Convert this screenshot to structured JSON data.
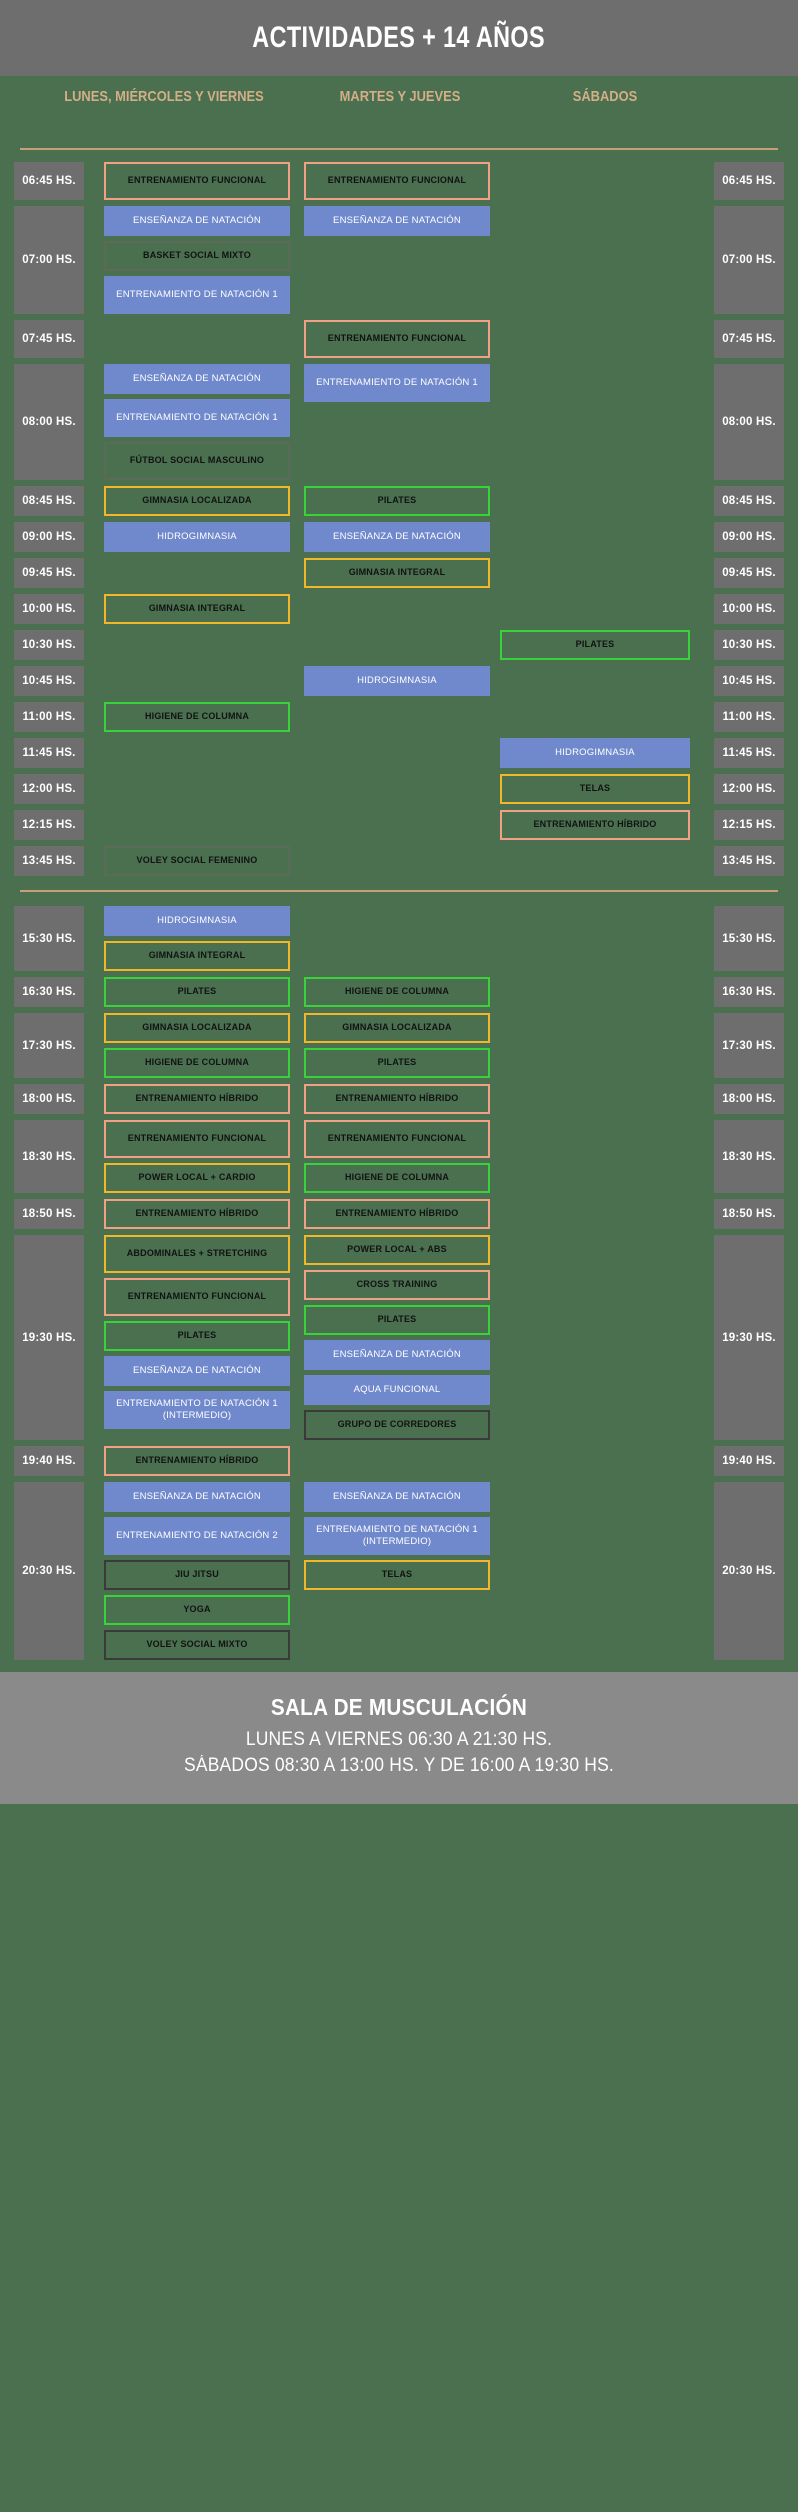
{
  "header": {
    "title": "ACTIVIDADES + 14 AÑOS"
  },
  "columns": [
    {
      "label": "LUNES, MIÉRCOLES Y VIERNES"
    },
    {
      "label": "MARTES Y JUEVES"
    },
    {
      "label": "SÁBADOS"
    }
  ],
  "morning_rows": [
    {
      "time": "06:45 HS.",
      "c1": [
        {
          "t": "ENTRENAMIENTO FUNCIONAL",
          "s": "salmon"
        }
      ],
      "c2": [
        {
          "t": "ENTRENAMIENTO FUNCIONAL",
          "s": "salmon"
        }
      ],
      "c3": []
    },
    {
      "time": "07:00 HS.",
      "c1": [
        {
          "t": "ENSEÑANZA DE NATACIÓN",
          "s": "blue"
        },
        {
          "t": "BASKET SOCIAL MIXTO",
          "s": "faint"
        },
        {
          "t": "ENTRENAMIENTO DE NATACIÓN 1",
          "s": "blue"
        }
      ],
      "c2": [
        {
          "t": "ENSEÑANZA DE NATACIÓN",
          "s": "blue"
        }
      ],
      "c3": []
    },
    {
      "time": "07:45 HS.",
      "c1": [],
      "c2": [
        {
          "t": "ENTRENAMIENTO FUNCIONAL",
          "s": "salmon"
        }
      ],
      "c3": []
    },
    {
      "time": "08:00 HS.",
      "c1": [
        {
          "t": "ENSEÑANZA DE NATACIÓN",
          "s": "blue"
        },
        {
          "t": "ENTRENAMIENTO DE NATACIÓN 1",
          "s": "blue"
        },
        {
          "t": "FÚTBOL SOCIAL MASCULINO",
          "s": "faint"
        }
      ],
      "c2": [
        {
          "t": "ENTRENAMIENTO DE NATACIÓN 1",
          "s": "blue"
        }
      ],
      "c3": []
    },
    {
      "time": "08:45 HS.",
      "c1": [
        {
          "t": "GIMNASIA LOCALIZADA",
          "s": "yellow"
        }
      ],
      "c2": [
        {
          "t": "PILATES",
          "s": "green"
        }
      ],
      "c3": []
    },
    {
      "time": "09:00 HS.",
      "c1": [
        {
          "t": "HIDROGIMNASIA",
          "s": "blue"
        }
      ],
      "c2": [
        {
          "t": "ENSEÑANZA DE NATACIÓN",
          "s": "blue"
        }
      ],
      "c3": []
    },
    {
      "time": "09:45 HS.",
      "c1": [],
      "c2": [
        {
          "t": "GIMNASIA INTEGRAL",
          "s": "yellow"
        }
      ],
      "c3": []
    },
    {
      "time": "10:00 HS.",
      "c1": [
        {
          "t": "GIMNASIA INTEGRAL",
          "s": "yellow"
        }
      ],
      "c2": [],
      "c3": []
    },
    {
      "time": "10:30 HS.",
      "c1": [],
      "c2": [],
      "c3": [
        {
          "t": "PILATES",
          "s": "green"
        }
      ]
    },
    {
      "time": "10:45 HS.",
      "c1": [],
      "c2": [
        {
          "t": "HIDROGIMNASIA",
          "s": "blue"
        }
      ],
      "c3": []
    },
    {
      "time": "11:00 HS.",
      "c1": [
        {
          "t": "HIGIENE DE COLUMNA",
          "s": "green"
        }
      ],
      "c2": [],
      "c3": []
    },
    {
      "time": "11:45 HS.",
      "c1": [],
      "c2": [],
      "c3": [
        {
          "t": "HIDROGIMNASIA",
          "s": "blue"
        }
      ]
    },
    {
      "time": "12:00 HS.",
      "c1": [],
      "c2": [],
      "c3": [
        {
          "t": "TELAS",
          "s": "yellow"
        }
      ]
    },
    {
      "time": "12:15 HS.",
      "c1": [],
      "c2": [],
      "c3": [
        {
          "t": "ENTRENAMIENTO HÍBRIDO",
          "s": "salmon"
        }
      ]
    },
    {
      "time": "13:45 HS.",
      "c1": [
        {
          "t": "VOLEY SOCIAL FEMENINO",
          "s": "faint"
        }
      ],
      "c2": [],
      "c3": []
    }
  ],
  "afternoon_rows": [
    {
      "time": "15:30 HS.",
      "c1": [
        {
          "t": "HIDROGIMNASIA",
          "s": "blue"
        },
        {
          "t": "GIMNASIA INTEGRAL",
          "s": "yellow"
        }
      ],
      "c2": [],
      "c3": []
    },
    {
      "time": "16:30 HS.",
      "c1": [
        {
          "t": "PILATES",
          "s": "green"
        }
      ],
      "c2": [
        {
          "t": "HIGIENE DE COLUMNA",
          "s": "green"
        }
      ],
      "c3": []
    },
    {
      "time": "17:30 HS.",
      "c1": [
        {
          "t": "GIMNASIA LOCALIZADA",
          "s": "yellow"
        },
        {
          "t": "HIGIENE DE COLUMNA",
          "s": "green"
        }
      ],
      "c2": [
        {
          "t": "GIMNASIA LOCALIZADA",
          "s": "yellow"
        },
        {
          "t": "PILATES",
          "s": "green"
        }
      ],
      "c3": []
    },
    {
      "time": "18:00 HS.",
      "c1": [
        {
          "t": "ENTRENAMIENTO HÍBRIDO",
          "s": "salmon"
        }
      ],
      "c2": [
        {
          "t": "ENTRENAMIENTO HÍBRIDO",
          "s": "salmon"
        }
      ],
      "c3": []
    },
    {
      "time": "18:30 HS.",
      "c1": [
        {
          "t": "ENTRENAMIENTO FUNCIONAL",
          "s": "salmon"
        },
        {
          "t": "POWER LOCAL + CARDIO",
          "s": "yellow"
        }
      ],
      "c2": [
        {
          "t": "ENTRENAMIENTO FUNCIONAL",
          "s": "salmon"
        },
        {
          "t": "HIGIENE DE COLUMNA",
          "s": "green"
        }
      ],
      "c3": []
    },
    {
      "time": "18:50 HS.",
      "c1": [
        {
          "t": "ENTRENAMIENTO HÍBRIDO",
          "s": "salmon"
        }
      ],
      "c2": [
        {
          "t": "ENTRENAMIENTO HÍBRIDO",
          "s": "salmon"
        }
      ],
      "c3": []
    },
    {
      "time": "19:30 HS.",
      "c1": [
        {
          "t": "ABDOMINALES + STRETCHING",
          "s": "yellow"
        },
        {
          "t": "ENTRENAMIENTO FUNCIONAL",
          "s": "salmon"
        },
        {
          "t": "PILATES",
          "s": "green"
        },
        {
          "t": "ENSEÑANZA DE NATACIÓN",
          "s": "blue"
        },
        {
          "t": "ENTRENAMIENTO DE NATACIÓN 1 (INTERMEDIO)",
          "s": "blue"
        }
      ],
      "c2": [
        {
          "t": "POWER LOCAL + ABS",
          "s": "yellow"
        },
        {
          "t": "CROSS TRAINING",
          "s": "salmon"
        },
        {
          "t": "PILATES",
          "s": "green"
        },
        {
          "t": "ENSEÑANZA DE NATACIÓN",
          "s": "blue"
        },
        {
          "t": "AQUA FUNCIONAL",
          "s": "blue"
        },
        {
          "t": "GRUPO DE CORREDORES",
          "s": "dark"
        }
      ],
      "c3": []
    },
    {
      "time": "19:40 HS.",
      "c1": [
        {
          "t": "ENTRENAMIENTO HÍBRIDO",
          "s": "salmon"
        }
      ],
      "c2": [],
      "c3": []
    },
    {
      "time": "20:30 HS.",
      "c1": [
        {
          "t": "ENSEÑANZA DE NATACIÓN",
          "s": "blue"
        },
        {
          "t": "ENTRENAMIENTO DE NATACIÓN 2",
          "s": "blue"
        },
        {
          "t": "JIU JITSU",
          "s": "dark"
        },
        {
          "t": "YOGA",
          "s": "green"
        },
        {
          "t": "VOLEY SOCIAL MIXTO",
          "s": "dark"
        }
      ],
      "c2": [
        {
          "t": "ENSEÑANZA DE NATACIÓN",
          "s": "blue"
        },
        {
          "t": "ENTRENAMIENTO DE NATACIÓN 1 (INTERMEDIO)",
          "s": "blue"
        },
        {
          "t": "TELAS",
          "s": "yellow"
        }
      ],
      "c3": []
    }
  ],
  "footer": {
    "title": "SALA DE MUSCULACIÓN",
    "line1": "LUNES A VIERNES 06:30 A 21:30 HS.",
    "line2": "SÁBADOS 08:30 A 13:00 HS. Y DE 16:00 A 19:30 HS."
  },
  "colors": {
    "background": "#4a7050",
    "banner": "#6e6e6e",
    "footer_banner": "#8a8a8a",
    "accent_header": "#d3ae87",
    "rule": "#c79f77",
    "chip_blue": "#7089cd",
    "chip_salmon": "#f0a184",
    "chip_yellow": "#f2b728",
    "chip_green": "#3ad23a",
    "chip_dark": "#3a3a3a"
  }
}
